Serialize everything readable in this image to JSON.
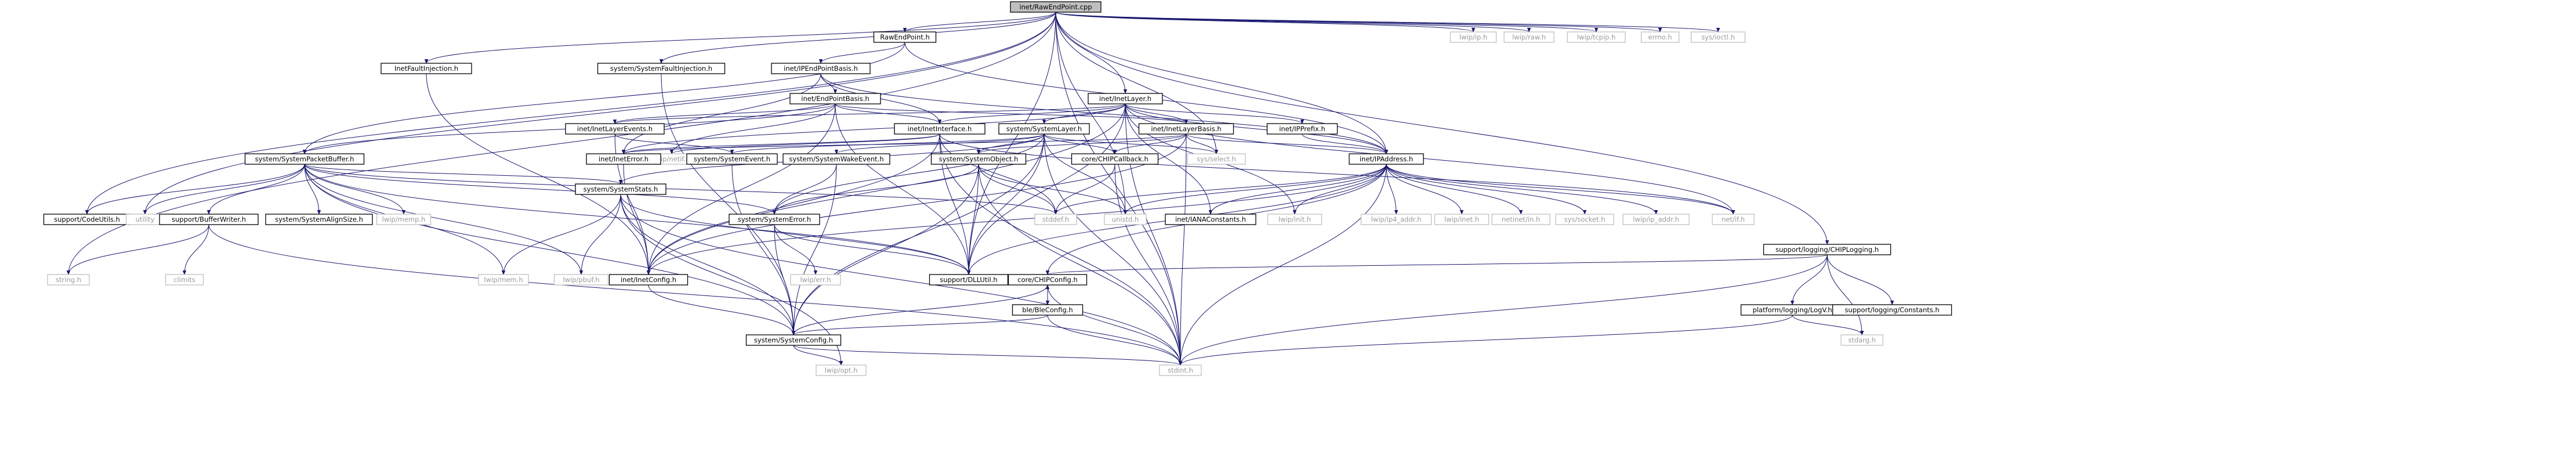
{
  "graph": {
    "nodes": [
      {
        "id": "root",
        "label": "inet/RawEndPoint.cpp",
        "kind": "root"
      },
      {
        "id": "raw",
        "label": "RawEndPoint.h",
        "kind": "doc"
      },
      {
        "id": "ifi",
        "label": "InetFaultInjection.h",
        "kind": "doc"
      },
      {
        "id": "ssfi",
        "label": "system/SystemFaultInjection.h",
        "kind": "doc"
      },
      {
        "id": "ipeb",
        "label": "inet/IPEndPointBasis.h",
        "kind": "doc"
      },
      {
        "id": "inetlayer",
        "label": "inet/InetLayer.h",
        "kind": "doc"
      },
      {
        "id": "lwipip",
        "label": "lwip/ip.h",
        "kind": "sys"
      },
      {
        "id": "lwipraw",
        "label": "lwip/raw.h",
        "kind": "sys"
      },
      {
        "id": "lwiptcpip",
        "label": "lwip/tcpip.h",
        "kind": "sys"
      },
      {
        "id": "errno",
        "label": "errno.h",
        "kind": "sys"
      },
      {
        "id": "ioctl",
        "label": "sys/ioctl.h",
        "kind": "sys"
      },
      {
        "id": "epb",
        "label": "inet/EndPointBasis.h",
        "kind": "doc"
      },
      {
        "id": "ile",
        "label": "inet/InetLayerEvents.h",
        "kind": "doc"
      },
      {
        "id": "iface",
        "label": "inet/InetInterface.h",
        "kind": "doc"
      },
      {
        "id": "ssl",
        "label": "system/SystemLayer.h",
        "kind": "doc"
      },
      {
        "id": "ilb",
        "label": "inet/InetLayerBasis.h",
        "kind": "doc"
      },
      {
        "id": "ipprefix",
        "label": "inet/IPPrefix.h",
        "kind": "doc"
      },
      {
        "id": "spb",
        "label": "system/SystemPacketBuffer.h",
        "kind": "doc"
      },
      {
        "id": "lwipnetif",
        "label": "lwip/netif.h",
        "kind": "sys"
      },
      {
        "id": "ierror",
        "label": "inet/InetError.h",
        "kind": "doc"
      },
      {
        "id": "sevent",
        "label": "system/SystemEvent.h",
        "kind": "doc"
      },
      {
        "id": "swake",
        "label": "system/SystemWakeEvent.h",
        "kind": "doc"
      },
      {
        "id": "sobj",
        "label": "system/SystemObject.h",
        "kind": "doc"
      },
      {
        "id": "cb",
        "label": "core/CHIPCallback.h",
        "kind": "doc"
      },
      {
        "id": "select",
        "label": "sys/select.h",
        "kind": "sys"
      },
      {
        "id": "ipaddr",
        "label": "inet/IPAddress.h",
        "kind": "doc"
      },
      {
        "id": "codeutils",
        "label": "support/CodeUtils.h",
        "kind": "doc"
      },
      {
        "id": "utility",
        "label": "utility",
        "kind": "sys"
      },
      {
        "id": "bufwriter",
        "label": "support/BufferWriter.h",
        "kind": "doc"
      },
      {
        "id": "salign",
        "label": "system/SystemAlignSize.h",
        "kind": "doc"
      },
      {
        "id": "lwipmemp",
        "label": "lwip/memp.h",
        "kind": "sys"
      },
      {
        "id": "sstats",
        "label": "system/SystemStats.h",
        "kind": "doc"
      },
      {
        "id": "serror",
        "label": "system/SystemError.h",
        "kind": "doc"
      },
      {
        "id": "stddef",
        "label": "stddef.h",
        "kind": "sys"
      },
      {
        "id": "unistd",
        "label": "unistd.h",
        "kind": "sys"
      },
      {
        "id": "lwipinit",
        "label": "lwip/init.h",
        "kind": "sys"
      },
      {
        "id": "iana",
        "label": "inet/IANAConstants.h",
        "kind": "doc"
      },
      {
        "id": "ip4",
        "label": "lwip/ip4_addr.h",
        "kind": "sys"
      },
      {
        "id": "lwipinet",
        "label": "lwip/inet.h",
        "kind": "sys"
      },
      {
        "id": "netinet",
        "label": "netinet/in.h",
        "kind": "sys"
      },
      {
        "id": "socket",
        "label": "sys/socket.h",
        "kind": "sys"
      },
      {
        "id": "ipaddrh",
        "label": "lwip/ip_addr.h",
        "kind": "sys"
      },
      {
        "id": "netif",
        "label": "net/if.h",
        "kind": "sys"
      },
      {
        "id": "logging",
        "label": "support/logging/CHIPLogging.h",
        "kind": "doc"
      },
      {
        "id": "string",
        "label": "string.h",
        "kind": "sys"
      },
      {
        "id": "climits",
        "label": "climits",
        "kind": "sys"
      },
      {
        "id": "lwipmem",
        "label": "lwip/mem.h",
        "kind": "sys"
      },
      {
        "id": "pbuf",
        "label": "lwip/pbuf.h",
        "kind": "sys"
      },
      {
        "id": "iconfig",
        "label": "inet/InetConfig.h",
        "kind": "doc"
      },
      {
        "id": "dll",
        "label": "support/DLLUtil.h",
        "kind": "doc"
      },
      {
        "id": "lwiperr",
        "label": "lwip/err.h",
        "kind": "sys"
      },
      {
        "id": "chipcfg",
        "label": "core/CHIPConfig.h",
        "kind": "doc"
      },
      {
        "id": "blecfg",
        "label": "ble/BleConfig.h",
        "kind": "doc"
      },
      {
        "id": "sconfig",
        "label": "system/SystemConfig.h",
        "kind": "doc"
      },
      {
        "id": "opt",
        "label": "lwip/opt.h",
        "kind": "sys"
      },
      {
        "id": "stdint",
        "label": "stdint.h",
        "kind": "sys"
      },
      {
        "id": "logv",
        "label": "platform/logging/LogV.h",
        "kind": "doc"
      },
      {
        "id": "constants",
        "label": "support/logging/Constants.h",
        "kind": "doc"
      },
      {
        "id": "stdarg",
        "label": "stdarg.h",
        "kind": "sys"
      }
    ],
    "edges": [
      [
        "root",
        "raw"
      ],
      [
        "root",
        "ifi"
      ],
      [
        "root",
        "ssfi"
      ],
      [
        "root",
        "inetlayer"
      ],
      [
        "root",
        "lwipip"
      ],
      [
        "root",
        "lwipraw"
      ],
      [
        "root",
        "lwiptcpip"
      ],
      [
        "root",
        "errno"
      ],
      [
        "root",
        "ioctl"
      ],
      [
        "root",
        "logging"
      ],
      [
        "root",
        "codeutils"
      ],
      [
        "root",
        "utility"
      ],
      [
        "root",
        "string"
      ],
      [
        "root",
        "select"
      ],
      [
        "root",
        "unistd"
      ],
      [
        "root",
        "stdint"
      ],
      [
        "root",
        "dll"
      ],
      [
        "root",
        "ipaddr"
      ],
      [
        "raw",
        "ipeb"
      ],
      [
        "raw",
        "ipaddr"
      ],
      [
        "raw",
        "spb"
      ],
      [
        "ifi",
        "iconfig"
      ],
      [
        "ssfi",
        "sconfig"
      ],
      [
        "ipeb",
        "epb"
      ],
      [
        "ipeb",
        "ipaddr"
      ],
      [
        "ipeb",
        "ierror"
      ],
      [
        "ipeb",
        "iface"
      ],
      [
        "inetlayer",
        "ile"
      ],
      [
        "inetlayer",
        "iface"
      ],
      [
        "inetlayer",
        "ssl"
      ],
      [
        "inetlayer",
        "ilb"
      ],
      [
        "inetlayer",
        "ipprefix"
      ],
      [
        "inetlayer",
        "ipaddr"
      ],
      [
        "inetlayer",
        "ierror"
      ],
      [
        "inetlayer",
        "iconfig"
      ],
      [
        "inetlayer",
        "dll"
      ],
      [
        "inetlayer",
        "stdint"
      ],
      [
        "inetlayer",
        "netif"
      ],
      [
        "inetlayer",
        "iana"
      ],
      [
        "inetlayer",
        "lwipinit"
      ],
      [
        "epb",
        "iface"
      ],
      [
        "epb",
        "ilb"
      ],
      [
        "epb",
        "spb"
      ],
      [
        "epb",
        "ile"
      ],
      [
        "epb",
        "iconfig"
      ],
      [
        "epb",
        "dll"
      ],
      [
        "epb",
        "lwipnetif"
      ],
      [
        "ile",
        "sevent"
      ],
      [
        "ile",
        "iconfig"
      ],
      [
        "iface",
        "ierror"
      ],
      [
        "iface",
        "iconfig"
      ],
      [
        "iface",
        "dll"
      ],
      [
        "iface",
        "stdint"
      ],
      [
        "iface",
        "stddef"
      ],
      [
        "iface",
        "netif"
      ],
      [
        "iface",
        "lwipnetif"
      ],
      [
        "ssl",
        "sobj"
      ],
      [
        "ssl",
        "swake"
      ],
      [
        "ssl",
        "sevent"
      ],
      [
        "ssl",
        "serror"
      ],
      [
        "ssl",
        "sconfig"
      ],
      [
        "ssl",
        "sstats"
      ],
      [
        "ssl",
        "cb"
      ],
      [
        "ssl",
        "select"
      ],
      [
        "ssl",
        "dll"
      ],
      [
        "ssl",
        "stdint"
      ],
      [
        "ssl",
        "unistd"
      ],
      [
        "ilb",
        "ierror"
      ],
      [
        "ilb",
        "cb"
      ],
      [
        "ilb",
        "sobj"
      ],
      [
        "ilb",
        "iconfig"
      ],
      [
        "ilb",
        "stdint"
      ],
      [
        "ilb",
        "select"
      ],
      [
        "ilb",
        "ipaddr"
      ],
      [
        "ipprefix",
        "ipaddr"
      ],
      [
        "spb",
        "codeutils"
      ],
      [
        "spb",
        "utility"
      ],
      [
        "spb",
        "bufwriter"
      ],
      [
        "spb",
        "salign"
      ],
      [
        "spb",
        "lwipmemp"
      ],
      [
        "spb",
        "sconfig"
      ],
      [
        "spb",
        "serror"
      ],
      [
        "spb",
        "dll"
      ],
      [
        "spb",
        "stddef"
      ],
      [
        "spb",
        "pbuf"
      ],
      [
        "spb",
        "lwipmem"
      ],
      [
        "spb",
        "sstats"
      ],
      [
        "ierror",
        "iconfig"
      ],
      [
        "sevent",
        "sconfig"
      ],
      [
        "swake",
        "sconfig"
      ],
      [
        "swake",
        "serror"
      ],
      [
        "sobj",
        "serror"
      ],
      [
        "sobj",
        "sconfig"
      ],
      [
        "sobj",
        "stddef"
      ],
      [
        "sobj",
        "dll"
      ],
      [
        "sobj",
        "stdint"
      ],
      [
        "sobj",
        "unistd"
      ],
      [
        "cb",
        "stddef"
      ],
      [
        "cb",
        "stdint"
      ],
      [
        "ipaddr",
        "iconfig"
      ],
      [
        "ipaddr",
        "iana"
      ],
      [
        "ipaddr",
        "lwipinit"
      ],
      [
        "ipaddr",
        "ip4"
      ],
      [
        "ipaddr",
        "lwipinet"
      ],
      [
        "ipaddr",
        "netinet"
      ],
      [
        "ipaddr",
        "socket"
      ],
      [
        "ipaddr",
        "ipaddrh"
      ],
      [
        "ipaddr",
        "netif"
      ],
      [
        "ipaddr",
        "stdint"
      ],
      [
        "ipaddr",
        "stddef"
      ],
      [
        "ipaddr",
        "unistd"
      ],
      [
        "ipaddr",
        "dll"
      ],
      [
        "ipaddr",
        "chipcfg"
      ],
      [
        "bufwriter",
        "climits"
      ],
      [
        "bufwriter",
        "string"
      ],
      [
        "bufwriter",
        "stdint"
      ],
      [
        "sstats",
        "sconfig"
      ],
      [
        "sstats",
        "lwipmem"
      ],
      [
        "sstats",
        "opt"
      ],
      [
        "sstats",
        "pbuf"
      ],
      [
        "sstats",
        "stdint"
      ],
      [
        "sstats",
        "dll"
      ],
      [
        "serror",
        "sconfig"
      ],
      [
        "serror",
        "lwiperr"
      ],
      [
        "serror",
        "dll"
      ],
      [
        "iconfig",
        "sconfig"
      ],
      [
        "chipcfg",
        "blecfg"
      ],
      [
        "chipcfg",
        "sconfig"
      ],
      [
        "chipcfg",
        "stdint"
      ],
      [
        "blecfg",
        "chipcfg"
      ],
      [
        "blecfg",
        "sconfig"
      ],
      [
        "blecfg",
        "stdint"
      ],
      [
        "sconfig",
        "opt"
      ],
      [
        "sconfig",
        "stdint"
      ],
      [
        "logging",
        "chipcfg"
      ],
      [
        "logging",
        "logv"
      ],
      [
        "logging",
        "constants"
      ],
      [
        "logging",
        "stdarg"
      ],
      [
        "logging",
        "stdint"
      ],
      [
        "logv",
        "stdarg"
      ],
      [
        "logv",
        "stdint"
      ]
    ]
  }
}
